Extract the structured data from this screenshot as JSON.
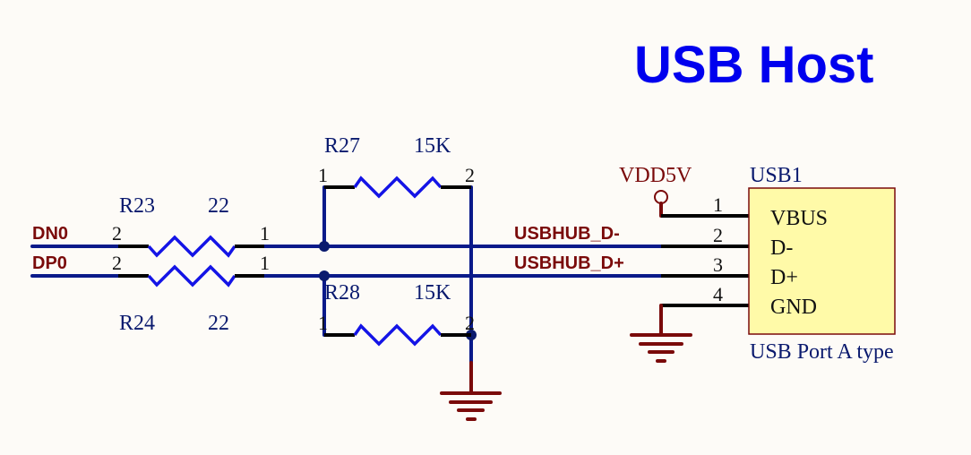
{
  "title": "USB Host",
  "colors": {
    "background": "#fdfbf7",
    "wire": "#0a1a8a",
    "resistor": "#1414e6",
    "net_label": "#7a0a0a",
    "title": "#0000ee",
    "connector_fill": "#fffaa8"
  },
  "nets": {
    "dn0": "DN0",
    "dp0": "DP0",
    "usbhub_dm": "USBHUB_D-",
    "usbhub_dp": "USBHUB_D+",
    "power": "VDD5V"
  },
  "resistors": {
    "r23": {
      "ref": "R23",
      "value": "22",
      "pin_left": "2",
      "pin_right": "1"
    },
    "r24": {
      "ref": "R24",
      "value": "22",
      "pin_left": "2",
      "pin_right": "1"
    },
    "r27": {
      "ref": "R27",
      "value": "15K",
      "pin_left": "1",
      "pin_right": "2"
    },
    "r28": {
      "ref": "R28",
      "value": "15K",
      "pin_left": "1",
      "pin_right": "2"
    }
  },
  "connector": {
    "ref": "USB1",
    "description": "USB Port A type",
    "pins": [
      {
        "num": "1",
        "name": "VBUS"
      },
      {
        "num": "2",
        "name": "D-"
      },
      {
        "num": "3",
        "name": "D+"
      },
      {
        "num": "4",
        "name": "GND"
      }
    ]
  }
}
